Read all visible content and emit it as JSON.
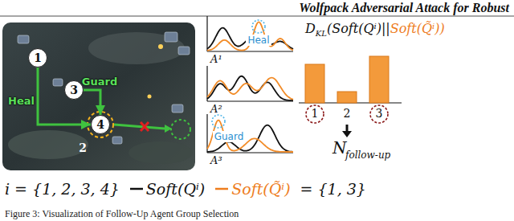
{
  "diagram": {
    "caption": "Figure 3: Visualization of Follow-Up Agent Group Selection",
    "nodes": [
      {
        "text": [
          "1"
        ]
      },
      {
        "text": [
          "3"
        ]
      },
      {
        "text": [
          "4"
        ]
      }
    ],
    "edges": [
      {
        "from": 0,
        "to": 2,
        "arrow": "to",
        "label": "Heal"
      },
      {
        "from": 1,
        "to": 2,
        "arrow": "to",
        "label": "Guard"
      }
    ],
    "labels": [
      "Wolfpack Adversarial Attack for Robust",
      "2",
      "Heal",
      "Guard",
      "A¹",
      "A²",
      "A³",
      "D",
      "KL",
      "(Soft(Qⁱ)||",
      "Soft(Q̃ⁱ))",
      "1",
      "2",
      "3",
      "N",
      "follow-up",
      "i = {1, 2, 3, 4}",
      "= {1, 3}"
    ],
    "legend": [
      {
        "text": "Soft(Qⁱ)"
      },
      {
        "text": "Soft(Q̃ⁱ)"
      }
    ]
  }
}
